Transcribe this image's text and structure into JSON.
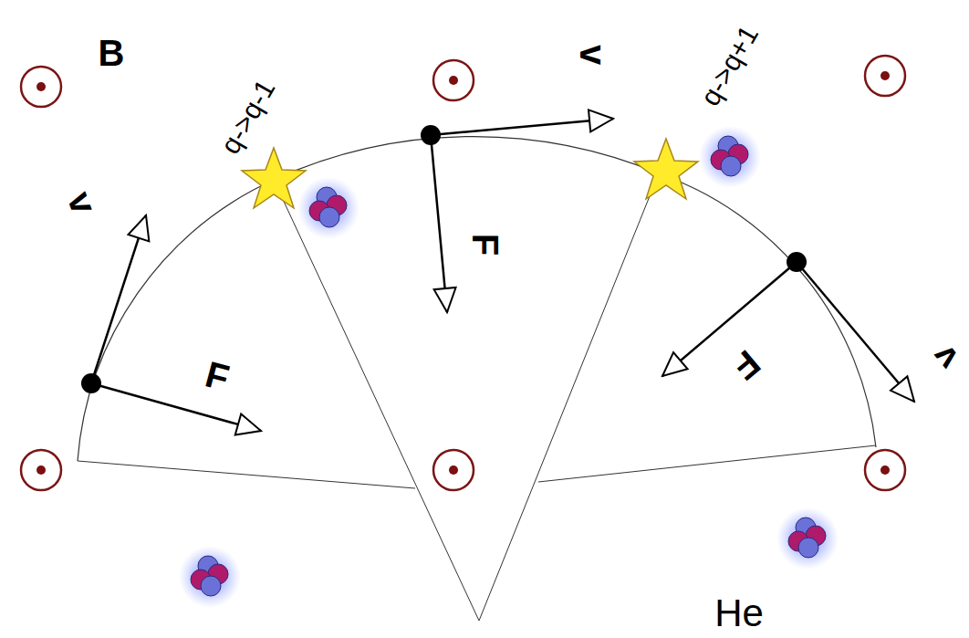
{
  "diagram": {
    "labels": [
      "B",
      "q->q-1",
      "v",
      "F",
      "v",
      "F",
      "q->q+1",
      "F",
      "v",
      "He"
    ]
  }
}
